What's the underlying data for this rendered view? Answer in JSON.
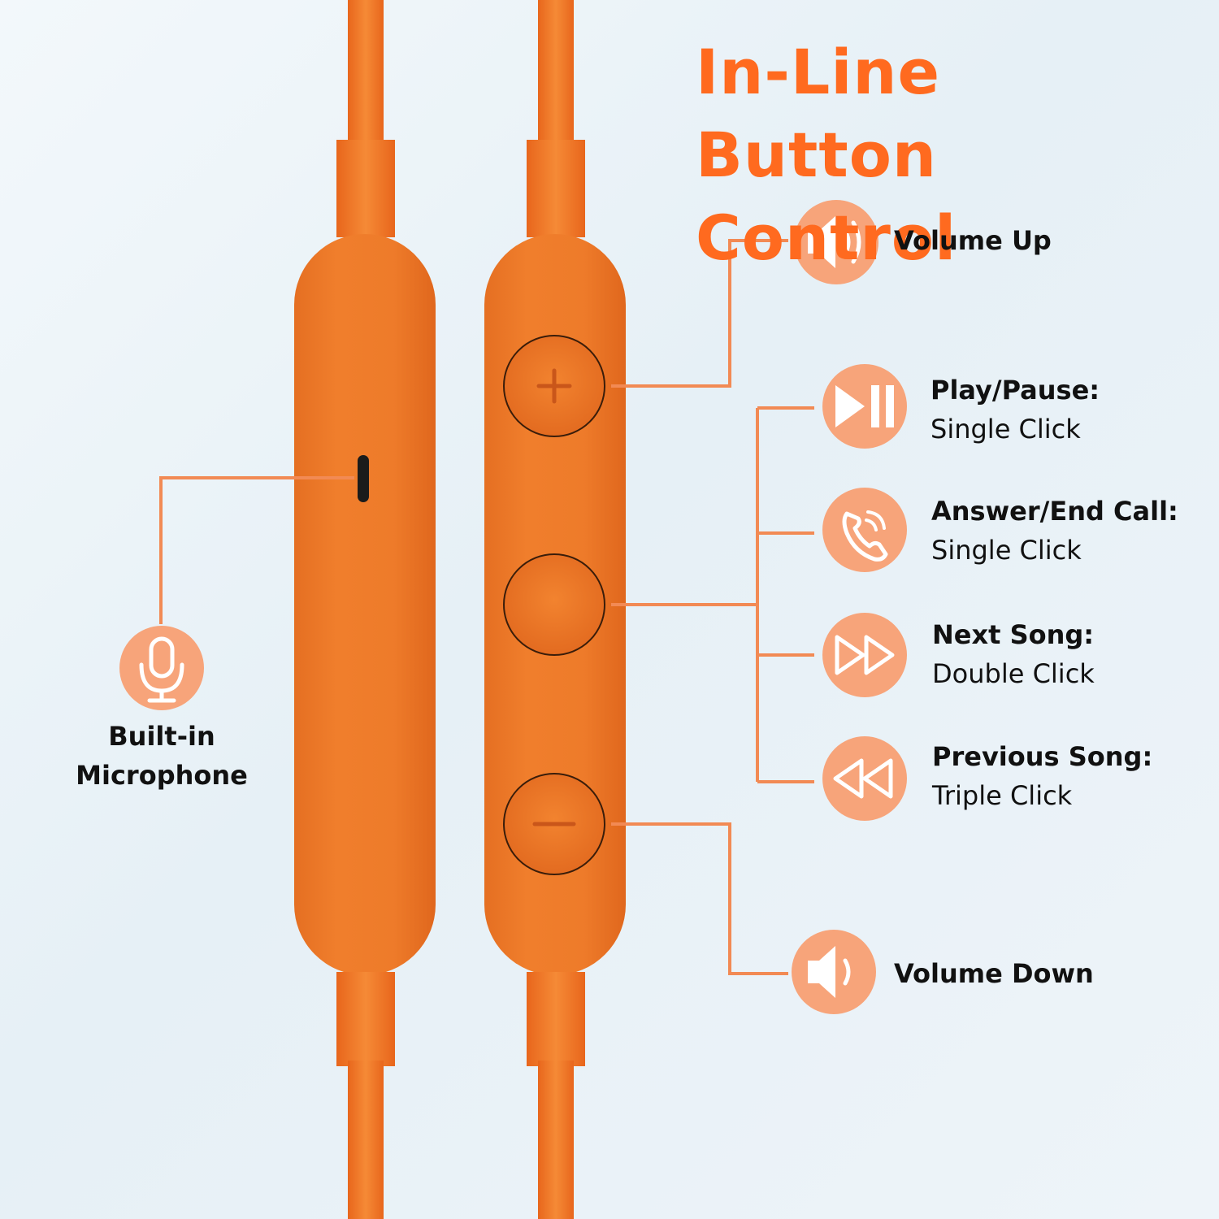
{
  "title": {
    "line1": "In-Line Button",
    "line2": "Control"
  },
  "colors": {
    "accent": "#ff6a1f",
    "remote": "#ef7a26",
    "icon_bg": "#f7a47a",
    "connector": "#f28a54"
  },
  "microphone": {
    "icon": "microphone-icon",
    "line1": "Built-in",
    "line2": "Microphone"
  },
  "features": [
    {
      "icon": "volume-up-icon",
      "heading": "Volume Up",
      "detail": ""
    },
    {
      "icon": "play-pause-icon",
      "heading": "Play/Pause:",
      "detail": "Single Click"
    },
    {
      "icon": "phone-call-icon",
      "heading": "Answer/End Call:",
      "detail": "Single Click"
    },
    {
      "icon": "fast-forward-icon",
      "heading": "Next Song:",
      "detail": "Double Click"
    },
    {
      "icon": "rewind-icon",
      "heading": "Previous Song:",
      "detail": "Triple Click"
    },
    {
      "icon": "volume-down-icon",
      "heading": "Volume Down",
      "detail": ""
    }
  ]
}
